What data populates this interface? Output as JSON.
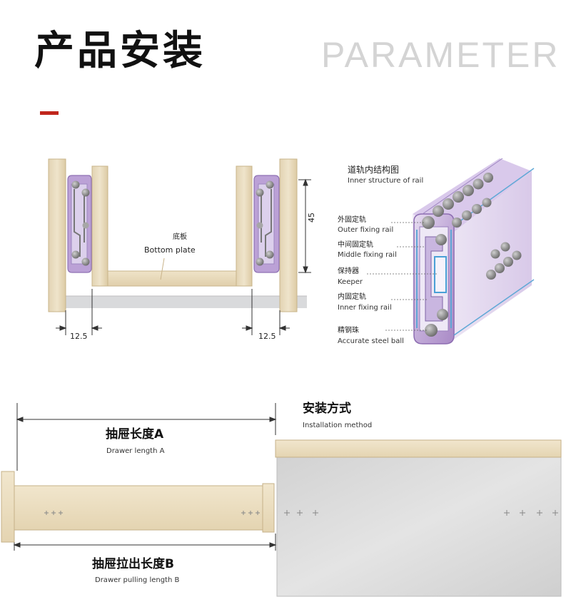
{
  "header": {
    "title_cn": "产品安装",
    "title_en": "PARAMETER",
    "accent_color": "#c0261c"
  },
  "cross_section": {
    "bottom_plate_cn": "底板",
    "bottom_plate_en": "Bottom plate",
    "height_dim": "45",
    "left_gap_dim": "12.5",
    "right_gap_dim": "12.5"
  },
  "rail_structure": {
    "title_cn": "道轨内结构图",
    "title_en": "Inner structure of rail",
    "parts": [
      {
        "cn": "外固定轨",
        "en": "Outer fixing rail"
      },
      {
        "cn": "中间固定轨",
        "en": "Middle fixing rail"
      },
      {
        "cn": "保持器",
        "en": "Keeper"
      },
      {
        "cn": "内固定轨",
        "en": "Inner fixing rail"
      },
      {
        "cn": "精钢珠",
        "en": "Accurate steel ball"
      }
    ]
  },
  "installation": {
    "drawer_length_cn": "抽屉长度A",
    "drawer_length_en": "Drawer length A",
    "method_cn": "安装方式",
    "method_en": "Installation method",
    "pull_length_cn": "抽屉拉出长度B",
    "pull_length_en": "Drawer pulling length B"
  },
  "colors": {
    "wood": "#e9dcc0",
    "wood_edge": "#c9b48a",
    "rail_purple": "#c8b3dd",
    "rail_blue": "#5fa8d6",
    "cabinet_grey": "#d7d7d7"
  }
}
